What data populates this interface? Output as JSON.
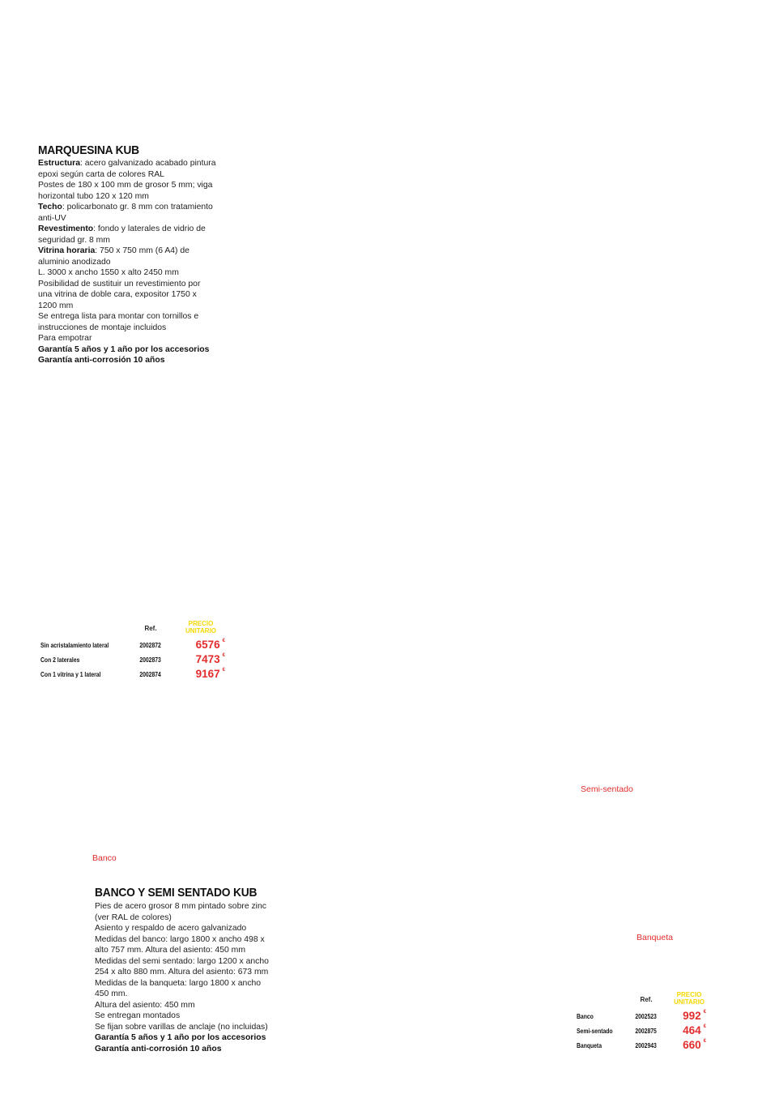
{
  "marquesina": {
    "title": "MARQUESINA KUB",
    "lines": [
      {
        "b": "Estructura",
        "t": ": acero galvanizado acabado pintura"
      },
      {
        "b": "",
        "t": "epoxi según carta de colores RAL"
      },
      {
        "b": "",
        "t": "Postes de 180 x 100 mm de grosor 5 mm; viga"
      },
      {
        "b": "",
        "t": "horizontal tubo 120 x 120 mm"
      },
      {
        "b": "Techo",
        "t": ": policarbonato gr. 8 mm con tratamiento"
      },
      {
        "b": "",
        "t": "anti-UV"
      },
      {
        "b": "Revestimento",
        "t": ": fondo y laterales de vidrio de"
      },
      {
        "b": "",
        "t": "seguridad gr. 8 mm"
      },
      {
        "b": "Vitrina horaria",
        "t": ": 750 x 750 mm (6 A4) de"
      },
      {
        "b": "",
        "t": "aluminio anodizado"
      },
      {
        "b": "",
        "t": "L. 3000 x ancho 1550 x alto 2450 mm"
      },
      {
        "b": "",
        "t": "Posibilidad de sustituir un revestimiento por"
      },
      {
        "b": "",
        "t": "una vitrina de doble cara, expositor 1750 x"
      },
      {
        "b": "",
        "t": "1200 mm"
      },
      {
        "b": "",
        "t": "Se entrega lista para montar con tornillos e"
      },
      {
        "b": "",
        "t": "instrucciones de montaje incluidos"
      },
      {
        "b": "",
        "t": "Para empotrar"
      },
      {
        "b": "Garantía 5 años y 1 año por los accesorios",
        "t": ""
      },
      {
        "b": "Garantía anti-corrosión 10 años",
        "t": ""
      }
    ],
    "table": {
      "ref_header": "Ref.",
      "precio_header_1": "PRECIO",
      "precio_header_2": "UNITARIO",
      "currency": "€",
      "rows": [
        {
          "label": "Sin acristalamiento lateral",
          "ref": "2002872",
          "price": "6576"
        },
        {
          "label": "Con 2 laterales",
          "ref": "2002873",
          "price": "7473"
        },
        {
          "label": "Con 1 vitrina y 1 lateral",
          "ref": "2002874",
          "price": "9167"
        }
      ]
    }
  },
  "captions": {
    "semi": "Semi-sentado",
    "banco": "Banco",
    "banqueta": "Banqueta"
  },
  "banco": {
    "title": "BANCO Y SEMI SENTADO KUB",
    "lines": [
      {
        "b": "",
        "t": "Pies de acero grosor 8 mm pintado sobre zinc"
      },
      {
        "b": "",
        "t": "(ver RAL de colores)"
      },
      {
        "b": "",
        "t": "Asiento y respaldo de acero galvanizado"
      },
      {
        "b": "",
        "t": "Medidas del banco: largo 1800 x ancho 498 x"
      },
      {
        "b": "",
        "t": "alto 757 mm. Altura del asiento: 450 mm"
      },
      {
        "b": "",
        "t": "Medidas del semi sentado: largo 1200 x ancho"
      },
      {
        "b": "",
        "t": "254 x alto 880 mm. Altura del asiento: 673 mm"
      },
      {
        "b": "",
        "t": "Medidas de la banqueta: largo 1800 x ancho"
      },
      {
        "b": "",
        "t": "450 mm."
      },
      {
        "b": "",
        "t": "Altura del asiento: 450 mm"
      },
      {
        "b": "",
        "t": "Se entregan montados"
      },
      {
        "b": "",
        "t": "Se fijan sobre varillas de anclaje (no incluidas)"
      },
      {
        "b": "Garantía 5 años y 1 año por los accesorios",
        "t": ""
      },
      {
        "b": "Garantía anti-corrosión 10 años",
        "t": ""
      }
    ],
    "table": {
      "ref_header": "Ref.",
      "precio_header_1": "PRECIO",
      "precio_header_2": "UNITARIO",
      "currency": "€",
      "rows": [
        {
          "label": "Banco",
          "ref": "2002523",
          "price": "992"
        },
        {
          "label": "Semi-sentado",
          "ref": "2002875",
          "price": "464"
        },
        {
          "label": "Banqueta",
          "ref": "2002943",
          "price": "660"
        }
      ]
    }
  }
}
